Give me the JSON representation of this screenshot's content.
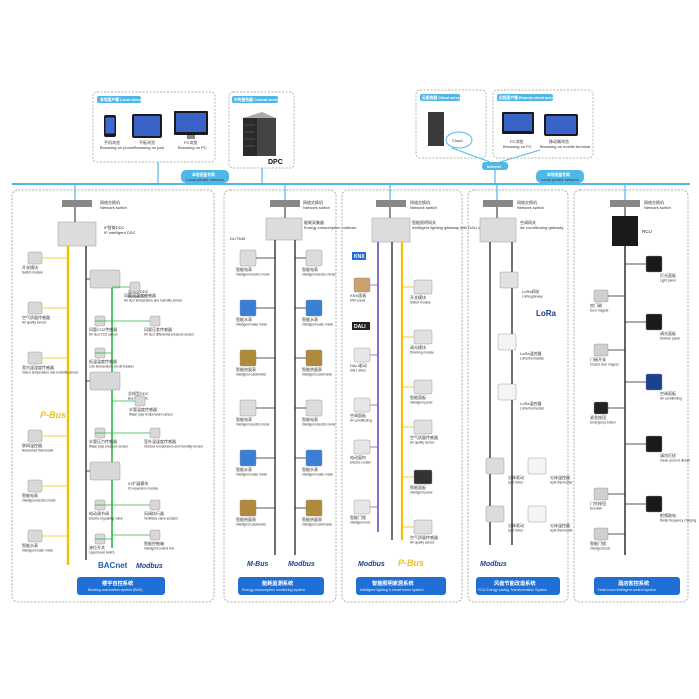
{
  "top": {
    "local_client": {
      "title": "本地客户端 Local client",
      "devices": [
        {
          "cn": "手机浏览",
          "en": "Browsing on phone"
        },
        {
          "cn": "平板浏览",
          "en": "Browsing on pad"
        },
        {
          "cn": "PC浏览",
          "en": "Browsing on PC"
        }
      ]
    },
    "central_server": {
      "title": "中央服务器 Central server",
      "logo": "DPC"
    },
    "cloud_server": {
      "title": "云服务器 Cloud server",
      "cloud_label": "Cloud"
    },
    "remote_client": {
      "title": "远程客户端 Remote client access",
      "devices": [
        {
          "cn": "PC浏览",
          "en": "Browsing on PC"
        },
        {
          "cn": "移动端浏览",
          "en": "Browsing on mobile terminal"
        }
      ]
    },
    "internet": "Internet",
    "network_left": {
      "cn": "本地设备专网",
      "en": "Local private network"
    },
    "network_right": {
      "cn": "本地设备专网",
      "en": "Local private network"
    }
  },
  "columns": [
    {
      "switch": {
        "cn": "网络交换机",
        "en": "Network switch"
      },
      "gateway": {
        "cn": "IP智能DDC",
        "en": "IP intelligent DDC"
      },
      "left_items": [
        {
          "cn": "开关模块",
          "en": "Switch module"
        },
        {
          "cn": "空气质量传感器",
          "en": "Air quality sensor"
        },
        {
          "cn": "室内温湿度传感器",
          "en": "Indoor temperature and humidity sensor"
        },
        {
          "cn": "联网温控器",
          "en": "Networked thermostat"
        },
        {
          "cn": "智能电表",
          "en": "Intelligent electric meter"
        },
        {
          "cn": "智能水表",
          "en": "Intelligent water meter"
        }
      ],
      "mid_items": [
        {
          "cn": "总线型DDC",
          "en": "Bus type DDC"
        },
        {
          "cn": "总线型DDC",
          "en": "Bus type DDC"
        },
        {
          "cn": "IO扩展模块",
          "en": "IO expansion module"
        }
      ],
      "right_items": [
        {
          "cn": "风管温湿度传感器",
          "en": "Air duct temperature and humidity sensor"
        },
        {
          "cn": "风管CO2传感器",
          "en": "Air duct CO2 sensor"
        },
        {
          "cn": "风管压差传感器",
          "en": "Air duct differential pressure sensor"
        },
        {
          "cn": "低温温度传感器",
          "en": "Low temperature circuit breaker"
        },
        {
          "cn": "水管温度传感器",
          "en": "Water pipe temperature sensor"
        },
        {
          "cn": "水管压力传感器",
          "en": "Water pipe pressure sensor"
        },
        {
          "cn": "室外温湿度传感器",
          "en": "Outdoor temperature and humidity sensor"
        },
        {
          "cn": "电动调节阀",
          "en": "Electric regulating valve"
        },
        {
          "cn": "风阀执行器",
          "en": "Ventilator valve actuator"
        },
        {
          "cn": "智能控制箱",
          "en": "Intelligent control box"
        },
        {
          "cn": "液位开关",
          "en": "Liquid level switch"
        }
      ],
      "logos": [
        "P-Bus",
        "BACnet",
        "Modbus"
      ],
      "footer": {
        "cn": "楼宇自控系统",
        "en": "Building automation system (BAS)"
      }
    },
    {
      "switch": {
        "cn": "网络交换机",
        "en": "Network switch"
      },
      "gateway": {
        "cn": "能耗采集器",
        "en": "Energy consumption collector"
      },
      "bus_label": "DL/T645",
      "items": [
        {
          "cn": "智能电表",
          "en": "Intelligent electric meter"
        },
        {
          "cn": "智能电表",
          "en": "Intelligent electric meter"
        },
        {
          "cn": "智能水表",
          "en": "Intelligent water meter"
        },
        {
          "cn": "智能水表",
          "en": "Intelligent water meter"
        },
        {
          "cn": "智能热量表",
          "en": "Intelligent calorimeter"
        },
        {
          "cn": "智能热量表",
          "en": "Intelligent calorimeter"
        },
        {
          "cn": "智能电表",
          "en": "Intelligent electric meter"
        },
        {
          "cn": "智能电表",
          "en": "Intelligent electric meter"
        },
        {
          "cn": "智能水表",
          "en": "Intelligent water meter"
        },
        {
          "cn": "智能水表",
          "en": "Intelligent water meter"
        },
        {
          "cn": "智能热量表",
          "en": "Intelligent calorimeter"
        },
        {
          "cn": "智能热量表",
          "en": "Intelligent calorimeter"
        }
      ],
      "logos": [
        "M-Bus",
        "Modbus"
      ],
      "footer": {
        "cn": "能耗监测系统",
        "en": "Energy consumption monitoring system"
      }
    },
    {
      "switch": {
        "cn": "网络交换机",
        "en": "Network switch"
      },
      "gateway": {
        "cn": "智能照明网关",
        "en": "Intelligent lighting gateway with DALI and KNX"
      },
      "left_items": [
        {
          "cn": "KNX面板",
          "en": "KNX panel"
        },
        {
          "cn": "DALI驱动",
          "en": "DALI driver"
        },
        {
          "cn": "空调面板",
          "en": "Air conditioning"
        },
        {
          "cn": "电动窗帘",
          "en": "Electric curtain"
        },
        {
          "cn": "智能门锁",
          "en": "Intelligent lock"
        }
      ],
      "right_items": [
        {
          "cn": "开关模块",
          "en": "Switch module"
        },
        {
          "cn": "调光模块",
          "en": "Dimming module"
        },
        {
          "cn": "智能面板",
          "en": "Intelligent panel"
        },
        {
          "cn": "空气质量传感器",
          "en": "Air quality sensor"
        },
        {
          "cn": "智能面板",
          "en": "Intelligent panel"
        },
        {
          "cn": "空气质量传感器",
          "en": "Air quality sensor"
        }
      ],
      "logos": [
        "KNX",
        "DALI",
        "Modbus",
        "P-Bus"
      ],
      "footer": {
        "cn": "智能照明家居系统",
        "en": "Intelligent lighting & smart home system"
      }
    },
    {
      "switch": {
        "cn": "网络交换机",
        "en": "Network switch"
      },
      "gateway": {
        "cn": "空调网关",
        "en": "Air conditioning gateway"
      },
      "items": [
        {
          "cn": "LoRa网关",
          "en": "LoRa gateway"
        },
        {
          "cn": "LoRa温控器",
          "en": "LoRa thermostat"
        },
        {
          "cn": "LoRa温控器",
          "en": "LoRa thermostat"
        },
        {
          "cn": "分体驱动",
          "en": "Split driver"
        },
        {
          "cn": "分体温控器",
          "en": "Split thermostat"
        },
        {
          "cn": "分体驱动",
          "en": "Split driver"
        },
        {
          "cn": "分体温控器",
          "en": "Split thermostat"
        }
      ],
      "logos": [
        "LoRa",
        "Modbus"
      ],
      "footer": {
        "cn": "风盘节能改造系统",
        "en": "FCU Energy saving Transformation System"
      }
    },
    {
      "switch": {
        "cn": "网络交换机",
        "en": "Network switch"
      },
      "gateway": {
        "cn": "RCU",
        "en": ""
      },
      "items": [
        {
          "cn": "房门磁",
          "en": "Door magnet"
        },
        {
          "cn": "门磁开关",
          "en": "Closed door magnet"
        },
        {
          "cn": "紧急按钮",
          "en": "Emergency button"
        },
        {
          "cn": "门铃按钮",
          "en": "Doorbell"
        },
        {
          "cn": "智能门锁",
          "en": "Intelligent lock"
        }
      ],
      "right_items": [
        {
          "cn": "灯光面板",
          "en": "Light panel"
        },
        {
          "cn": "调光面板",
          "en": "Dimmer panel"
        },
        {
          "cn": "空调面板",
          "en": "Air conditioning"
        },
        {
          "cn": "请勿打扰",
          "en": "Clean and not disturb"
        },
        {
          "cn": "射频取电",
          "en": "Radio frequency charging"
        }
      ],
      "footer": {
        "cn": "酒店客控系统",
        "en": "Hotel room intelligent control system"
      }
    }
  ],
  "colors": {
    "network": "#4fb8e8",
    "footer": "#1f6fd6",
    "bus_yellow": "#f2c200",
    "bus_black": "#222222",
    "bus_purple": "#7f5bbf",
    "border": "#999999"
  }
}
